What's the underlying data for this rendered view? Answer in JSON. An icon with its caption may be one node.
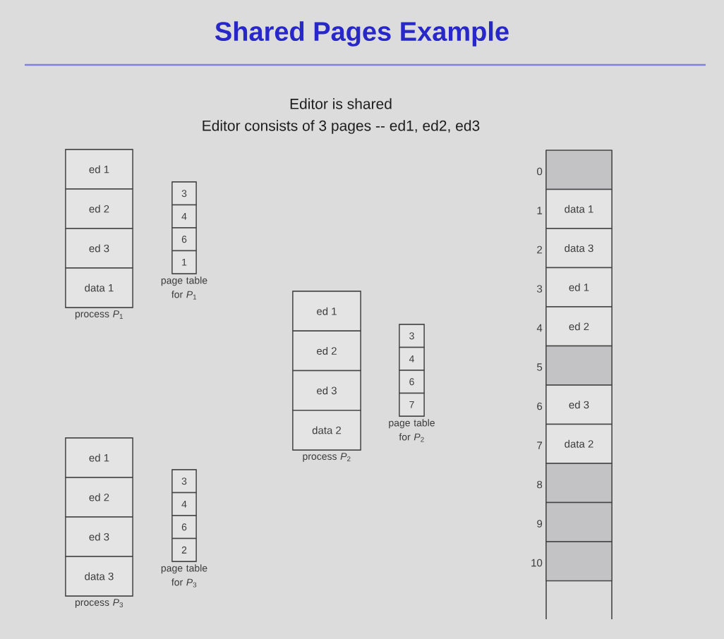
{
  "diagram": {
    "title": "Shared Pages Example",
    "nodes": [
      {
        "text": [
          "process *P*$_{1}$"
        ]
      },
      {
        "text": [
          "ed 1"
        ],
        "in": 0
      },
      {
        "text": [
          "ed 2"
        ],
        "in": 0
      },
      {
        "text": [
          "ed 3"
        ],
        "in": 0
      },
      {
        "text": [
          "data 1"
        ],
        "in": 0
      },
      {
        "text": [
          "page table for *P*$_{1}$"
        ]
      },
      {
        "text": [
          "3"
        ],
        "in": 5
      },
      {
        "text": [
          "4"
        ],
        "in": 5
      },
      {
        "text": [
          "6"
        ],
        "in": 5
      },
      {
        "text": [
          "1"
        ],
        "in": 5
      },
      {
        "text": [
          "process *P*$_{2}$"
        ]
      },
      {
        "text": [
          "ed 1"
        ],
        "in": 10
      },
      {
        "text": [
          "ed 2"
        ],
        "in": 10
      },
      {
        "text": [
          "ed 3"
        ],
        "in": 10
      },
      {
        "text": [
          "data 2"
        ],
        "in": 10
      },
      {
        "text": [
          "page table for *P*$_{2}$"
        ]
      },
      {
        "text": [
          "3"
        ],
        "in": 15
      },
      {
        "text": [
          "4"
        ],
        "in": 15
      },
      {
        "text": [
          "6"
        ],
        "in": 15
      },
      {
        "text": [
          "7"
        ],
        "in": 15
      },
      {
        "text": [
          "process *P*$_{3}$"
        ]
      },
      {
        "text": [
          "ed 1"
        ],
        "in": 20
      },
      {
        "text": [
          "ed 2"
        ],
        "in": 20
      },
      {
        "text": [
          "ed 3"
        ],
        "in": 20
      },
      {
        "text": [
          "data 3"
        ],
        "in": 20
      },
      {
        "text": [
          "page table for *P*$_{3}$"
        ]
      },
      {
        "text": [
          "3"
        ],
        "in": 25
      },
      {
        "text": [
          "4"
        ],
        "in": 25
      },
      {
        "text": [
          "6"
        ],
        "in": 25
      },
      {
        "text": [
          "2"
        ],
        "in": 25
      },
      {
        "text": [],
        "shape": "box",
        "beside": [
          "0"
        ]
      },
      {
        "text": [
          "data 1"
        ],
        "beside": [
          "1"
        ]
      },
      {
        "text": [
          "data 3"
        ],
        "beside": [
          "2"
        ]
      },
      {
        "text": [
          "ed 1"
        ],
        "beside": [
          "3"
        ]
      },
      {
        "text": [
          "ed 2"
        ],
        "beside": [
          "4"
        ]
      },
      {
        "text": [],
        "shape": "box",
        "beside": [
          "5"
        ]
      },
      {
        "text": [
          "ed 3"
        ],
        "beside": [
          "6"
        ]
      },
      {
        "text": [
          "data 2"
        ],
        "beside": [
          "7"
        ]
      },
      {
        "text": [],
        "shape": "box",
        "beside": [
          "8"
        ]
      },
      {
        "text": [],
        "shape": "box",
        "beside": [
          "9"
        ]
      },
      {
        "text": [],
        "shape": "box",
        "beside": [
          "10"
        ]
      }
    ],
    "labels": [
      "Editor is shared",
      "Editor consists of 3 pages -- ed1, ed2, ed3"
    ]
  }
}
